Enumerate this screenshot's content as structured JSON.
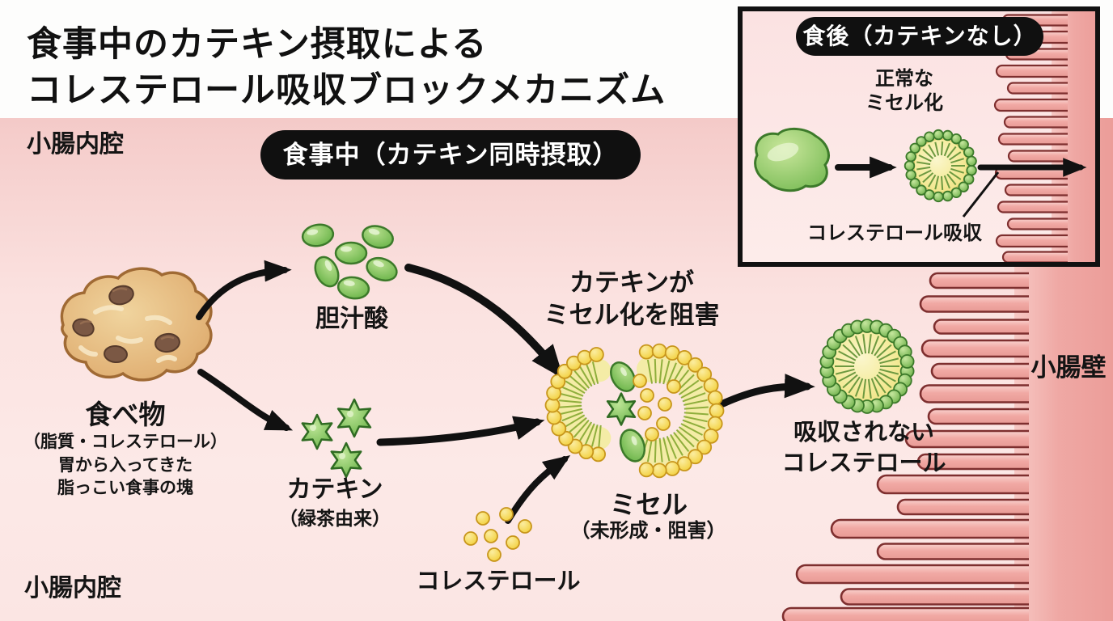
{
  "title": {
    "line1": "食事中のカテキン摂取による",
    "line2": "コレステロール吸収ブロックメカニズム"
  },
  "banners": {
    "during_meal": "食事中（カテキン同時摂取）",
    "after_meal": "食後（カテキンなし）"
  },
  "labels": {
    "lumen_top": "小腸内腔",
    "lumen_bottom": "小腸内腔",
    "intestinal_wall": "小腸壁",
    "food": "食べ物",
    "food_desc": "（脂質・コレステロール）\n胃から入ってきた\n脂っこい食事の塊",
    "bile_acid": "胆汁酸",
    "catechin": "カテキン",
    "catechin_origin": "（緑茶由来）",
    "cholesterol": "コレステロール",
    "inhibition": "カテキンが\nミセル化を阻害",
    "micelle": "ミセル",
    "micelle_state": "（未形成・阻害）",
    "unabsorbed": "吸収されない\nコレステロール"
  },
  "inset": {
    "normal_micelle": "正常な\nミセル化",
    "absorption": "コレステロール吸収"
  },
  "colors": {
    "background_pink_top": "#efb4b4",
    "background_pink_bottom": "#fce9e7",
    "banner_black": "#101010",
    "villi_fill": "#f1a9a4",
    "villi_outline": "#7e2f2f",
    "wall_salmon": "#ec9d99",
    "green": "#6cb04a",
    "green_dark": "#3c7a2a",
    "yellow": "#f3cf35",
    "yellow_dark": "#c8961c",
    "micelle_core": "#f2e88f",
    "cookie_tan": "#e2b377",
    "text_black": "#141414",
    "white": "#ffffff"
  }
}
